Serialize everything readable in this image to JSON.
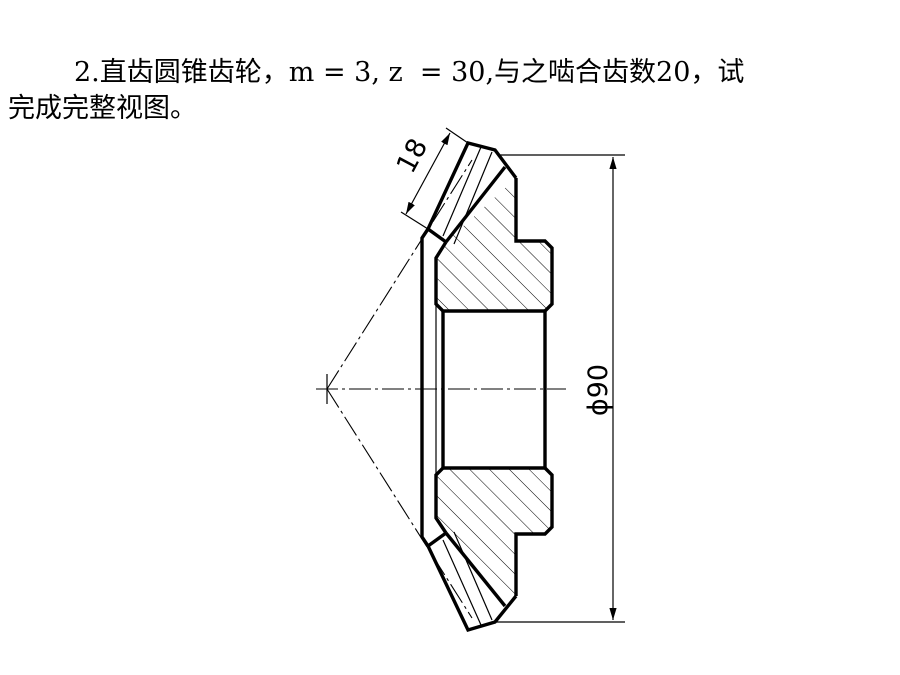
{
  "problem": {
    "line1": "2.直齿圆锥齿轮，m = 3, z  = 30,与之啮合齿数20，试",
    "line2": "完成完整视图。"
  },
  "dimensions": {
    "face_width": "18",
    "diameter": "ϕ90"
  },
  "colors": {
    "line": "#000000",
    "background": "#ffffff"
  }
}
